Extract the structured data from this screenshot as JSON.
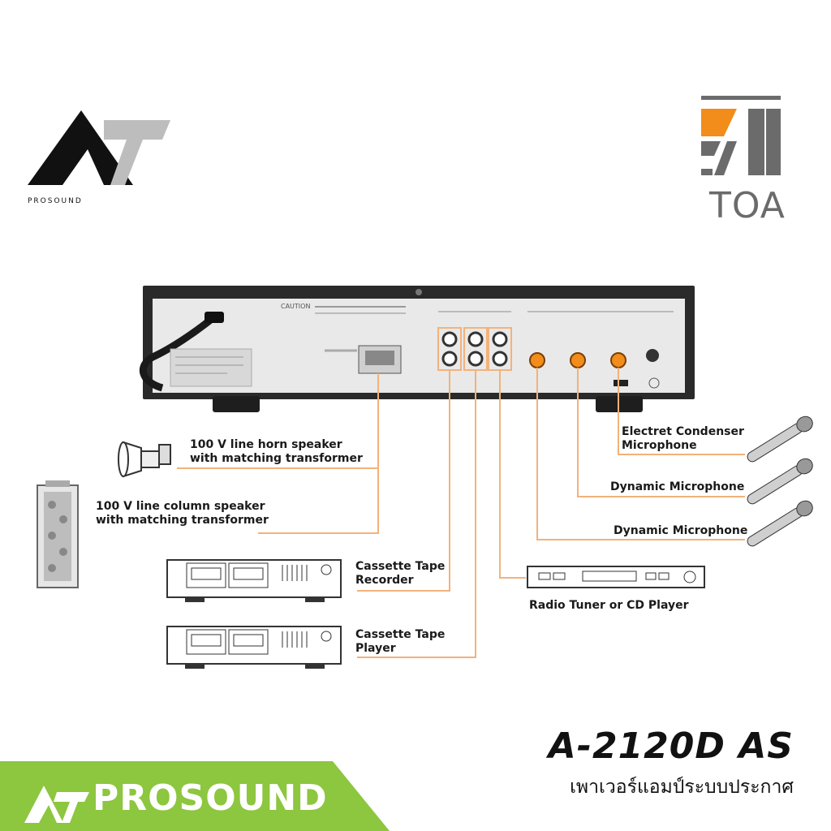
{
  "brand_logo": {
    "text": "PROSOUND"
  },
  "toa_logo": {
    "text": "TOA",
    "accent": "#f28c1a",
    "gray": "#6b6b6b"
  },
  "diagram": {
    "caption_label": "CAUTION",
    "labels": {
      "horn_speaker": [
        "100 V line horn speaker",
        "with matching transformer"
      ],
      "column_speaker": [
        "100 V line column speaker",
        "with matching transformer"
      ],
      "cassette_recorder": [
        "Cassette Tape",
        "Recorder"
      ],
      "cassette_player": [
        "Cassette Tape",
        "Player"
      ],
      "electret_mic": [
        "Electret Condenser",
        "Microphone"
      ],
      "dynamic_mic_1": "Dynamic Microphone",
      "dynamic_mic_2": "Dynamic Microphone",
      "tuner": "Radio Tuner or CD Player"
    },
    "line_color": "#f3b27a",
    "jack_color": "#f28c1a"
  },
  "product": {
    "model": "A-2120D AS",
    "description": "เพาเวอร์แอมป์ระบบประกาศ"
  },
  "banner": {
    "text": "PROSOUND",
    "color": "#8dc63f"
  }
}
